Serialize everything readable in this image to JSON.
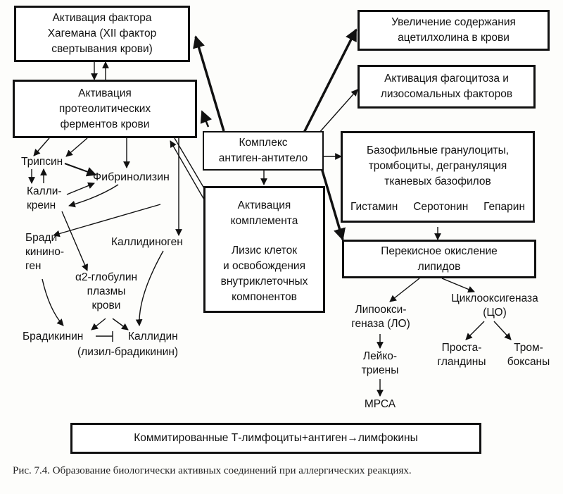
{
  "boxes": {
    "hageman": [
      "Активация фактора",
      "Хагемана (XII фактор",
      "свертывания крови)"
    ],
    "proteolytic": [
      "Активация",
      "протеолитических",
      "ферментов крови"
    ],
    "complex": [
      "Комплекс",
      "антиген-антитело"
    ],
    "complement_title": [
      "Активация",
      "комплемента"
    ],
    "complement_lysis": [
      "Лизис клеток",
      "и освобождения",
      "внутриклеточных",
      "компонентов"
    ],
    "acetylcholine": [
      "Увеличение содержания",
      "ацетилхолина в крови"
    ],
    "phagocytosis": [
      "Активация фагоцитоза и",
      "лизосомальных факторов"
    ],
    "basophils": [
      "Базофильные гранулоциты,",
      "тромбоциты, дегрануляция",
      "тканевых базофилов"
    ],
    "mediators": [
      "Гистамин",
      "Серотонин",
      "Гепарин"
    ],
    "peroxide": [
      "Перекисное окисление",
      "липидов"
    ],
    "lymphokines": "Коммитированные Т-лимфоциты+антиген→лимфокины"
  },
  "labels": {
    "tripsin": "Трипсин",
    "fibrinolysin": "Фибринолизин",
    "kallikrein": [
      "Калли-",
      "креин"
    ],
    "bradykininogen": [
      "Бради",
      "кинино-",
      "ген"
    ],
    "kallidinogen": "Каллидиноген",
    "globulin": [
      "α2-глобулин",
      "плазмы",
      "крови"
    ],
    "bradykinin": "Брадикинин",
    "kallidin": "Каллидин",
    "lysyl": "(лизил-брадикинин)",
    "lipoxygenase": [
      "Липоокси-",
      "геназа (ЛО)"
    ],
    "cyclooxygenase": [
      "Циклооксигеназа",
      "(ЦО)"
    ],
    "leukotrienes": [
      "Лейко-",
      "триены"
    ],
    "mrsa": "МРСА",
    "prostaglandins": [
      "Проста-",
      "гландины"
    ],
    "thromboxanes": [
      "Тром-",
      "боксаны"
    ]
  },
  "caption": "Рис. 7.4. Образование биологически активных соединений при аллергических реакциях."
}
